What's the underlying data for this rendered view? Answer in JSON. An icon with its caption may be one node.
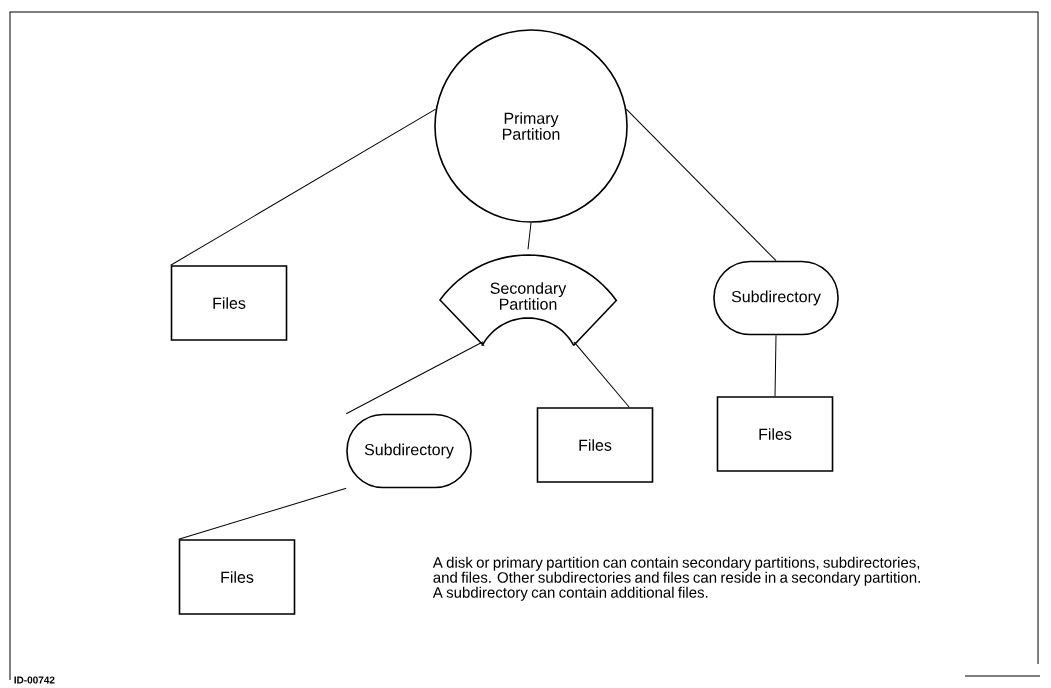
{
  "diagram": {
    "nodes": [
      {
        "text": [
          "Primary Partition"
        ]
      },
      {
        "text": [
          "Files"
        ]
      },
      {
        "text": [
          "Secondary Partition"
        ]
      },
      {
        "text": [
          "Subdirectory"
        ]
      },
      {
        "text": [
          "Subdirectory"
        ]
      },
      {
        "text": [
          "Files"
        ]
      },
      {
        "text": [
          "Files"
        ]
      },
      {
        "text": [
          "Files"
        ]
      }
    ],
    "edges": [
      {
        "from": 0,
        "to": 1,
        "arrow": "none"
      },
      {
        "from": 0,
        "to": 2,
        "arrow": "none"
      },
      {
        "from": 0,
        "to": 3,
        "arrow": "none"
      },
      {
        "from": 2,
        "to": 4,
        "arrow": "none"
      },
      {
        "from": 2,
        "to": 5,
        "arrow": "none"
      },
      {
        "from": 3,
        "to": 6,
        "arrow": "none"
      },
      {
        "from": 4,
        "to": 7,
        "arrow": "none"
      }
    ],
    "labels": [
      "A disk or primary partition can contain secondary partitions, subdirectories, and files. Other subdirectories and files can reside in a secondary partition. A subdirectory can contain additional files.",
      "ID-00742"
    ]
  }
}
